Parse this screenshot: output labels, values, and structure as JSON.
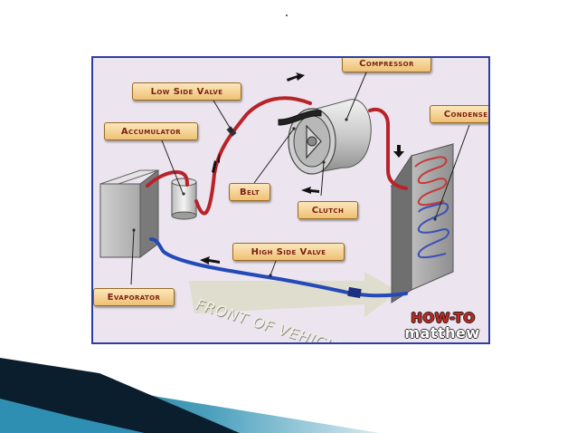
{
  "diagram": {
    "labels": {
      "low_side_valve": "Low Side Valve",
      "compressor": "Compressor",
      "accumulator": "Accumulator",
      "condenser": "Condenser",
      "belt": "Belt",
      "clutch": "Clutch",
      "high_side_valve": "High Side Valve",
      "evaporator": "Evaporator"
    },
    "front_of_vehicle": "FRONT OF VEHICLE",
    "logo": {
      "top": "HOW-TO",
      "bottom": "matthew"
    },
    "colors": {
      "low_pressure_line": "#b8232a",
      "high_pressure_line": "#2449b8",
      "frame_border": "#2c3ea0",
      "label_text": "#7b1f12"
    }
  }
}
